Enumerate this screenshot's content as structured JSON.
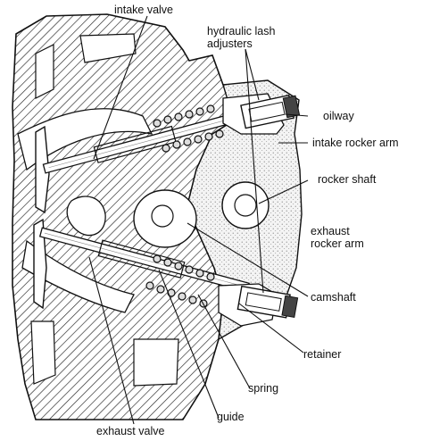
{
  "labels": {
    "intake_valve": "intake valve",
    "hydraulic_lash": "hydraulic lash",
    "adjusters": "adjusters",
    "oilway": "oilway",
    "intake_rocker_arm": "intake rocker arm",
    "rocker_shaft": "rocker shaft",
    "exhaust": "exhaust",
    "rocker_arm": "rocker arm",
    "camshaft": "camshaft",
    "retainer": "retainer",
    "spring": "spring",
    "guide": "guide",
    "exhaust_valve": "exhaust valve"
  }
}
